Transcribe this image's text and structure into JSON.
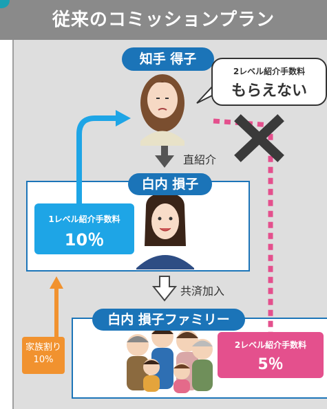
{
  "header": {
    "title": "従来のコミッションプラン"
  },
  "top_person": {
    "name": "知手 得子"
  },
  "speech_bubble": {
    "line1": "2レベル紹介手数料",
    "line2": "もらえない"
  },
  "arrow_label_direct": "直紹介",
  "middle_box": {
    "name": "白内 損子",
    "commission_title": "1レベル紹介手数料",
    "commission_value": "10％"
  },
  "arrow_label_join": "共済加入",
  "bottom_box": {
    "name": "白内 損子ファミリー"
  },
  "family_discount": {
    "line1": "家族割り",
    "line2": "10%"
  },
  "second_level": {
    "title": "2レベル紹介手数料",
    "value": "5％"
  },
  "colors": {
    "header": "#8a8a8a",
    "body": "#dedede",
    "accent_blue": "#1b74b8",
    "light_blue": "#1ea5e6",
    "orange": "#f1922f",
    "pink": "#e4508d"
  }
}
